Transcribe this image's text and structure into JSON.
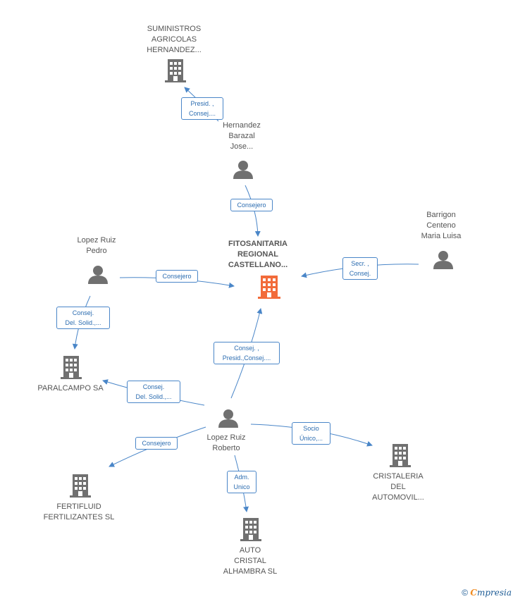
{
  "colors": {
    "edge": "#4a86c8",
    "icon_gray": "#707070",
    "icon_focus": "#f26b3a"
  },
  "nodes": {
    "suministros": {
      "lines": [
        "SUMINISTROS",
        "AGRICOLAS",
        "HERNANDEZ..."
      ],
      "icon": "building-icon"
    },
    "hernandez": {
      "lines": [
        "Hernandez",
        "Barazal",
        "Jose..."
      ],
      "icon": "person-icon"
    },
    "fitosanitaria": {
      "lines": [
        "FITOSANITARIA",
        "REGIONAL",
        "CASTELLANO..."
      ],
      "icon": "building-icon"
    },
    "barrigon": {
      "lines": [
        "Barrigon",
        "Centeno",
        "Maria Luisa"
      ],
      "icon": "person-icon"
    },
    "lopez_pedro": {
      "lines": [
        "Lopez Ruiz",
        "Pedro"
      ],
      "icon": "person-icon"
    },
    "paralcampo": {
      "lines": [
        "PARALCAMPO SA"
      ],
      "icon": "building-icon"
    },
    "lopez_roberto": {
      "lines": [
        "Lopez Ruiz",
        "Roberto"
      ],
      "icon": "person-icon"
    },
    "cristaleria": {
      "lines": [
        "CRISTALERIA",
        "DEL",
        "AUTOMOVIL..."
      ],
      "icon": "building-icon"
    },
    "fertifluid": {
      "lines": [
        "FERTIFLUID",
        "FERTILIZANTES SL"
      ],
      "icon": "building-icon"
    },
    "auto_cristal": {
      "lines": [
        "AUTO",
        "CRISTAL",
        "ALHAMBRA SL"
      ],
      "icon": "building-icon"
    }
  },
  "edges": {
    "e1": [
      "Presid. ,",
      "Consej...."
    ],
    "e2": [
      "Consejero"
    ],
    "e3": [
      "Secr. ,",
      "Consej."
    ],
    "e4": [
      "Consejero"
    ],
    "e5": [
      "Consej.",
      "Del. Solid.,..."
    ],
    "e6": [
      "Consej. ,",
      "Presid.,Consej...."
    ],
    "e7": [
      "Consej.",
      "Del. Solid.,..."
    ],
    "e8": [
      "Consejero"
    ],
    "e9": [
      "Socio",
      "Único,..."
    ],
    "e10": [
      "Adm.",
      "Unico"
    ]
  },
  "brand": {
    "copyright": "©",
    "initial": "C",
    "rest": "mpresia"
  }
}
